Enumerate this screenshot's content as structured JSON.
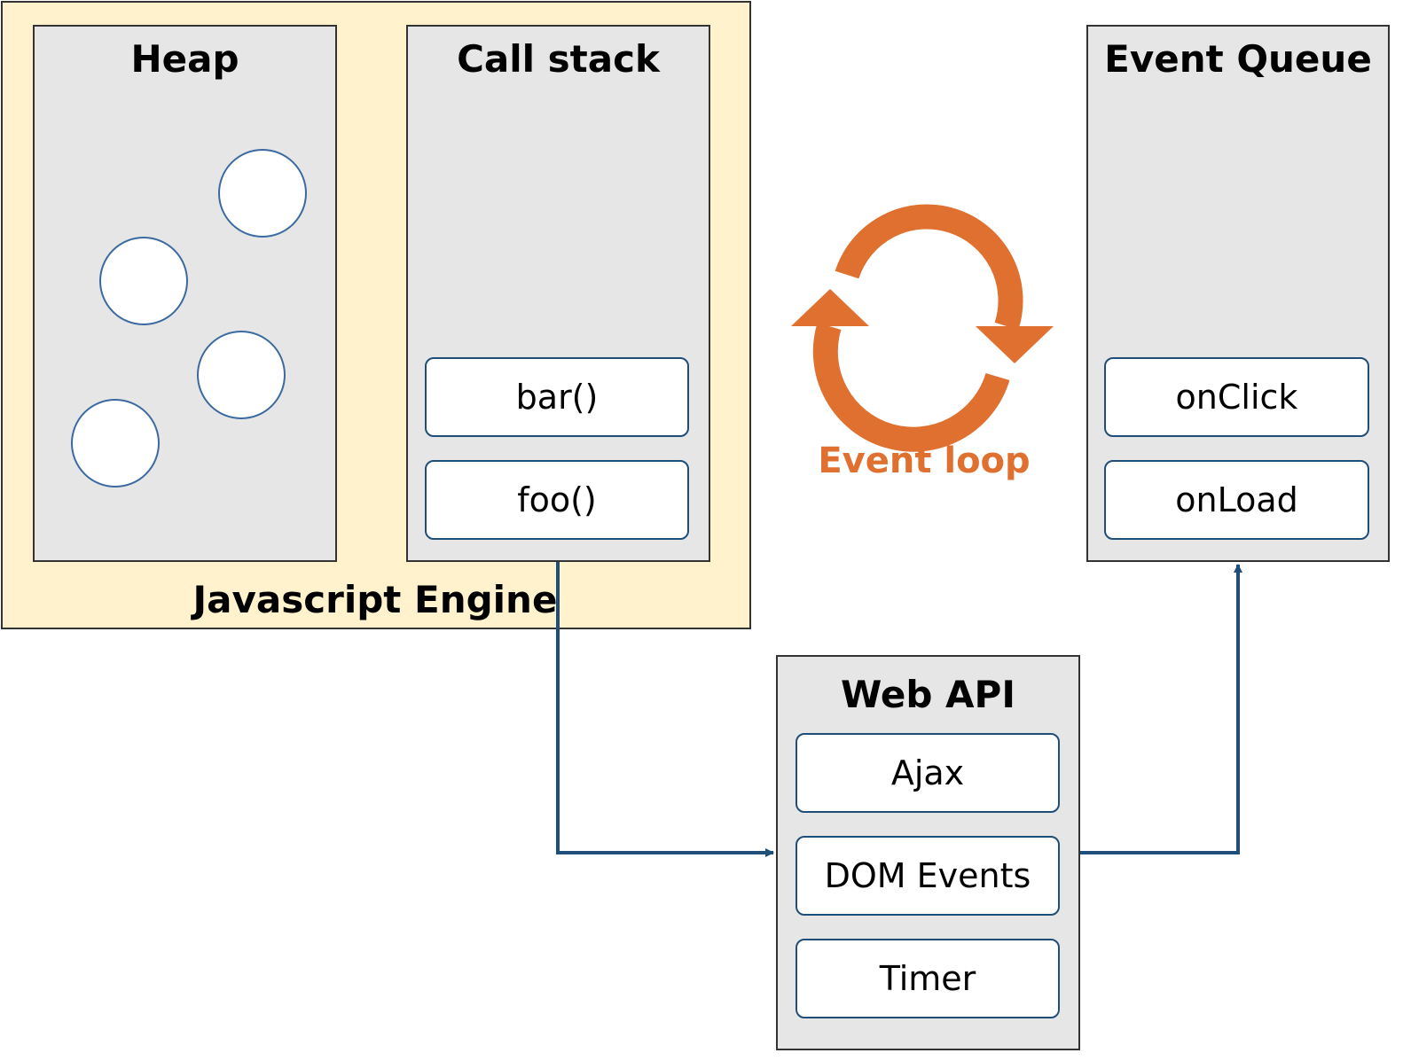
{
  "engine": {
    "label": "Javascript Engine"
  },
  "heap": {
    "title": "Heap",
    "objects": 4
  },
  "call_stack": {
    "title": "Call stack",
    "frames": [
      "bar()",
      "foo()"
    ]
  },
  "event_loop": {
    "label": "Event loop",
    "color": "#e07030"
  },
  "event_queue": {
    "title": "Event Queue",
    "items": [
      "onClick",
      "onLoad"
    ]
  },
  "web_api": {
    "title": "Web API",
    "items": [
      "Ajax",
      "DOM Events",
      "Timer"
    ]
  },
  "colors": {
    "engine_bg": "#fff2cc",
    "panel_bg": "#e6e6e6",
    "connector": "#1f4e79",
    "loop": "#e07030"
  }
}
